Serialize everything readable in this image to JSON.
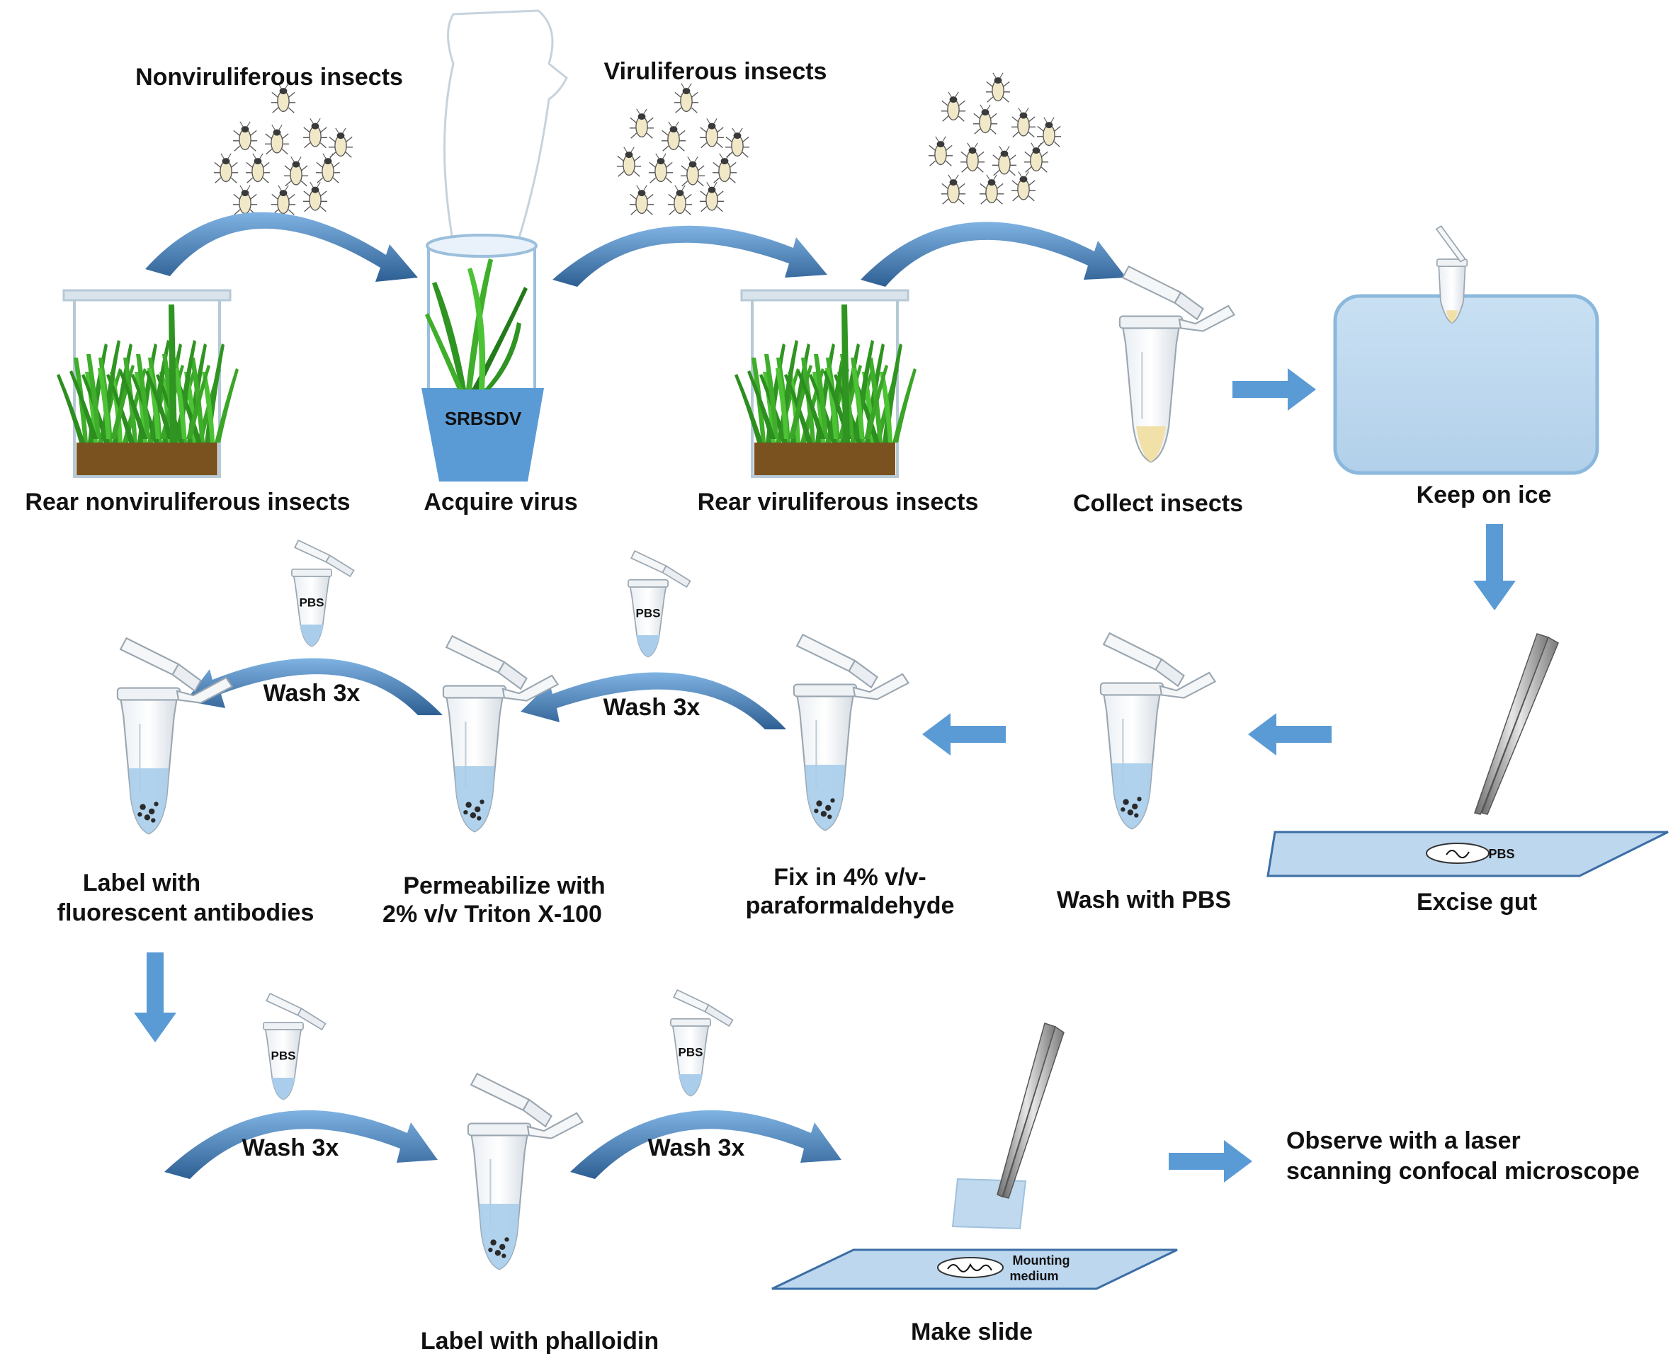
{
  "colors": {
    "arrow": "#5b9bd5",
    "arrow_dark": "#2e5f93",
    "grass": "#3fae2a",
    "grass_dark": "#237a1a",
    "soil": "#7a5220",
    "pot": "#5b9bd5",
    "ice": "#bdd7ee",
    "liquid": "#a9cdea",
    "insect": "#f1e8c8"
  },
  "top": {
    "nonviruliferous_insects": "Nonviruliferous insects",
    "viruliferous_insects": "Viruliferous insects",
    "pot_label": "SRBSDV"
  },
  "steps": {
    "rear_nonviruliferous": "Rear nonviruliferous insects",
    "acquire_virus": "Acquire virus",
    "rear_viruliferous": "Rear viruliferous insects",
    "collect_insects": "Collect insects",
    "keep_on_ice": "Keep on ice",
    "excise_gut": "Excise gut",
    "wash_pbs": "Wash with PBS",
    "fix_line1": "Fix in 4% v/v-",
    "fix_line2": "paraformaldehyde",
    "permeabilize_line1": "Permeabilize with",
    "permeabilize_line2": "2% v/v Triton X-100",
    "label_antibodies_line1": "Label with",
    "label_antibodies_line2": "fluorescent antibodies",
    "label_phalloidin": "Label with phalloidin",
    "make_slide": "Make slide",
    "observe_line1": "Observe with a laser",
    "observe_line2": "scanning confocal microscope"
  },
  "wash": {
    "wash_a": "Wash 3x",
    "wash_b": "Wash 3x",
    "wash_c": "Wash 3x",
    "wash_d": "Wash 3x"
  },
  "tube_labels": {
    "pbs_1": "PBS",
    "pbs_2": "PBS",
    "pbs_3": "PBS",
    "pbs_4": "PBS"
  },
  "slides": {
    "gut_slide": "PBS",
    "mounting_line1": "Mounting",
    "mounting_line2": "medium"
  }
}
